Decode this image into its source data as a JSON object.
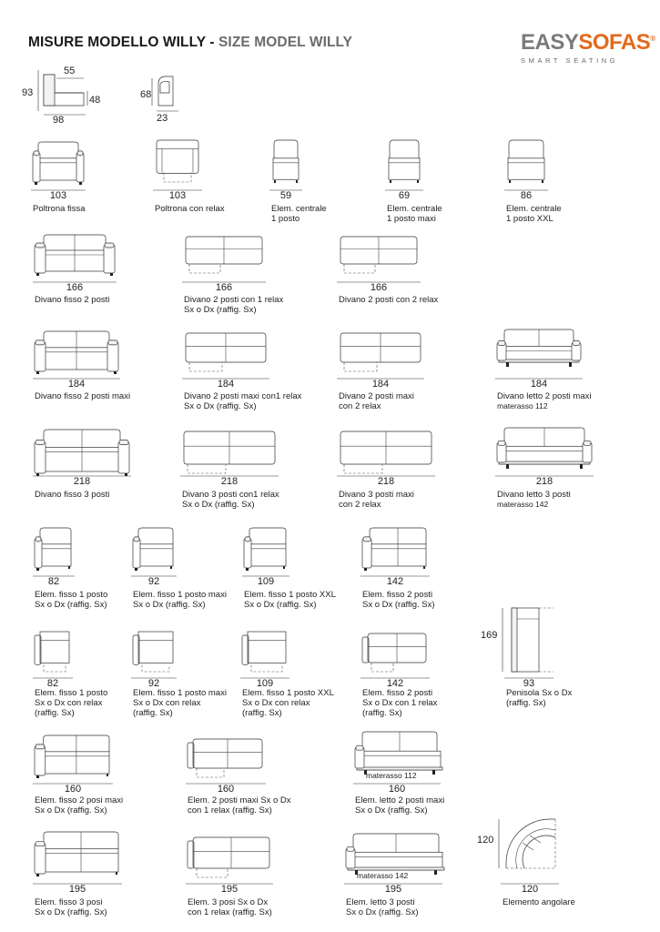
{
  "header": {
    "title_it": "MISURE MODELLO WILLY",
    "separator": " - ",
    "title_en": "SIZE MODEL WILLY"
  },
  "logo": {
    "easy": "EASY",
    "sofas": "SOFAS",
    "reg": "®",
    "tagline": "SMART SEATING"
  },
  "overview": {
    "width": "55",
    "height": "93",
    "seat_height": "48",
    "depth": "98",
    "side_height": "68",
    "arm_width": "23"
  },
  "items": [
    {
      "id": "poltrona-fissa",
      "dim": "103",
      "lines": [
        "Poltrona fissa"
      ]
    },
    {
      "id": "poltrona-relax",
      "dim": "103",
      "lines": [
        "Poltrona con relax"
      ]
    },
    {
      "id": "elem-centrale-1",
      "dim": "59",
      "lines": [
        "Elem. centrale",
        "1 posto"
      ]
    },
    {
      "id": "elem-centrale-maxi",
      "dim": "69",
      "lines": [
        "Elem. centrale",
        "1 posto maxi"
      ]
    },
    {
      "id": "elem-centrale-xxl",
      "dim": "86",
      "lines": [
        "Elem. centrale",
        "1 posto XXL"
      ]
    },
    {
      "id": "divano-fisso-2",
      "dim": "166",
      "lines": [
        "Divano fisso 2 posti"
      ]
    },
    {
      "id": "divano-2-1relax",
      "dim": "166",
      "lines": [
        "Divano 2 posti con 1 relax",
        "Sx o Dx (raffig. Sx)"
      ]
    },
    {
      "id": "divano-2-2relax",
      "dim": "166",
      "lines": [
        "Divano 2 posti con 2 relax"
      ]
    },
    {
      "id": "divano-fisso-2-maxi",
      "dim": "184",
      "lines": [
        "Divano fisso 2 posti maxi"
      ]
    },
    {
      "id": "divano-2-maxi-1relax",
      "dim": "184",
      "lines": [
        "Divano 2 posti maxi con1 relax",
        "Sx o Dx (raffig. Sx)"
      ]
    },
    {
      "id": "divano-2-maxi-2relax",
      "dim": "184",
      "lines": [
        "Divano 2 posti maxi",
        "con 2 relax"
      ]
    },
    {
      "id": "divano-letto-2-maxi",
      "dim": "184",
      "lines": [
        "Divano letto 2 posti maxi"
      ],
      "sub": "materasso 112"
    },
    {
      "id": "divano-fisso-3",
      "dim": "218",
      "lines": [
        "Divano fisso 3 posti"
      ]
    },
    {
      "id": "divano-3-1relax",
      "dim": "218",
      "lines": [
        "Divano 3 posti con1 relax",
        "Sx o Dx (raffig. Sx)"
      ]
    },
    {
      "id": "divano-3-maxi-2relax",
      "dim": "218",
      "lines": [
        "Divano 3 posti maxi",
        "con 2 relax"
      ]
    },
    {
      "id": "divano-letto-3",
      "dim": "218",
      "lines": [
        "Divano letto 3 posti"
      ],
      "sub": "materasso 142"
    },
    {
      "id": "elem-fisso-1",
      "dim": "82",
      "lines": [
        "Elem. fisso 1 posto",
        "Sx o Dx (raffig. Sx)"
      ]
    },
    {
      "id": "elem-fisso-1-maxi",
      "dim": "92",
      "lines": [
        "Elem. fisso 1 posto maxi",
        "Sx o Dx (raffig. Sx)"
      ]
    },
    {
      "id": "elem-fisso-1-xxl",
      "dim": "109",
      "lines": [
        "Elem. fisso 1 posto XXL",
        "Sx o Dx (raffig. Sx)"
      ]
    },
    {
      "id": "elem-fisso-2",
      "dim": "142",
      "lines": [
        "Elem. fisso 2 posti",
        "Sx o Dx (raffig. Sx)"
      ]
    },
    {
      "id": "elem-fisso-1-relax",
      "dim": "82",
      "lines": [
        "Elem. fisso 1 posto",
        "Sx o Dx con relax",
        "(raffig. Sx)"
      ]
    },
    {
      "id": "elem-fisso-1-maxi-relax",
      "dim": "92",
      "lines": [
        "Elem. fisso 1 posto maxi",
        "Sx o Dx con relax",
        "(raffig. Sx)"
      ]
    },
    {
      "id": "elem-fisso-1-xxl-relax",
      "dim": "109",
      "lines": [
        "Elem. fisso 1 posto XXL",
        "Sx o Dx con relax",
        "(raffig. Sx)"
      ]
    },
    {
      "id": "elem-fisso-2-relax",
      "dim": "142",
      "lines": [
        "Elem. fisso 2 posti",
        "Sx o Dx con 1 relax",
        "(raffig. Sx)"
      ]
    },
    {
      "id": "penisola",
      "dim": "93",
      "dim_v": "169",
      "lines": [
        "Penisola Sx o Dx",
        "(raffig. Sx)"
      ]
    },
    {
      "id": "elem-fisso-2-maxi",
      "dim": "160",
      "lines": [
        "Elem. fisso 2 posi maxi",
        "Sx o Dx (raffig. Sx)"
      ]
    },
    {
      "id": "elem-2-maxi-relax",
      "dim": "160",
      "lines": [
        "Elem. 2 posti maxi Sx o Dx",
        "con 1 relax (raffig. Sx)"
      ]
    },
    {
      "id": "elem-letto-2-maxi",
      "dim": "160",
      "lines": [
        "Elem. letto 2 posti maxi",
        "Sx o Dx (raffig. Sx)"
      ],
      "mat": "materasso 112"
    },
    {
      "id": "elem-fisso-3",
      "dim": "195",
      "lines": [
        "Elem. fisso 3 posi",
        "Sx o Dx (raffig. Sx)"
      ]
    },
    {
      "id": "elem-3-relax",
      "dim": "195",
      "lines": [
        "Elem. 3 posi Sx o Dx",
        "con 1 relax (raffig. Sx)"
      ]
    },
    {
      "id": "elem-letto-3",
      "dim": "195",
      "lines": [
        "Elem. letto 3 posti",
        "Sx o Dx (raffig. Sx)"
      ],
      "mat": "materasso 142"
    },
    {
      "id": "elemento-angolare",
      "dim": "120",
      "dim_v": "120",
      "lines": [
        "Elemento angolare"
      ]
    }
  ]
}
